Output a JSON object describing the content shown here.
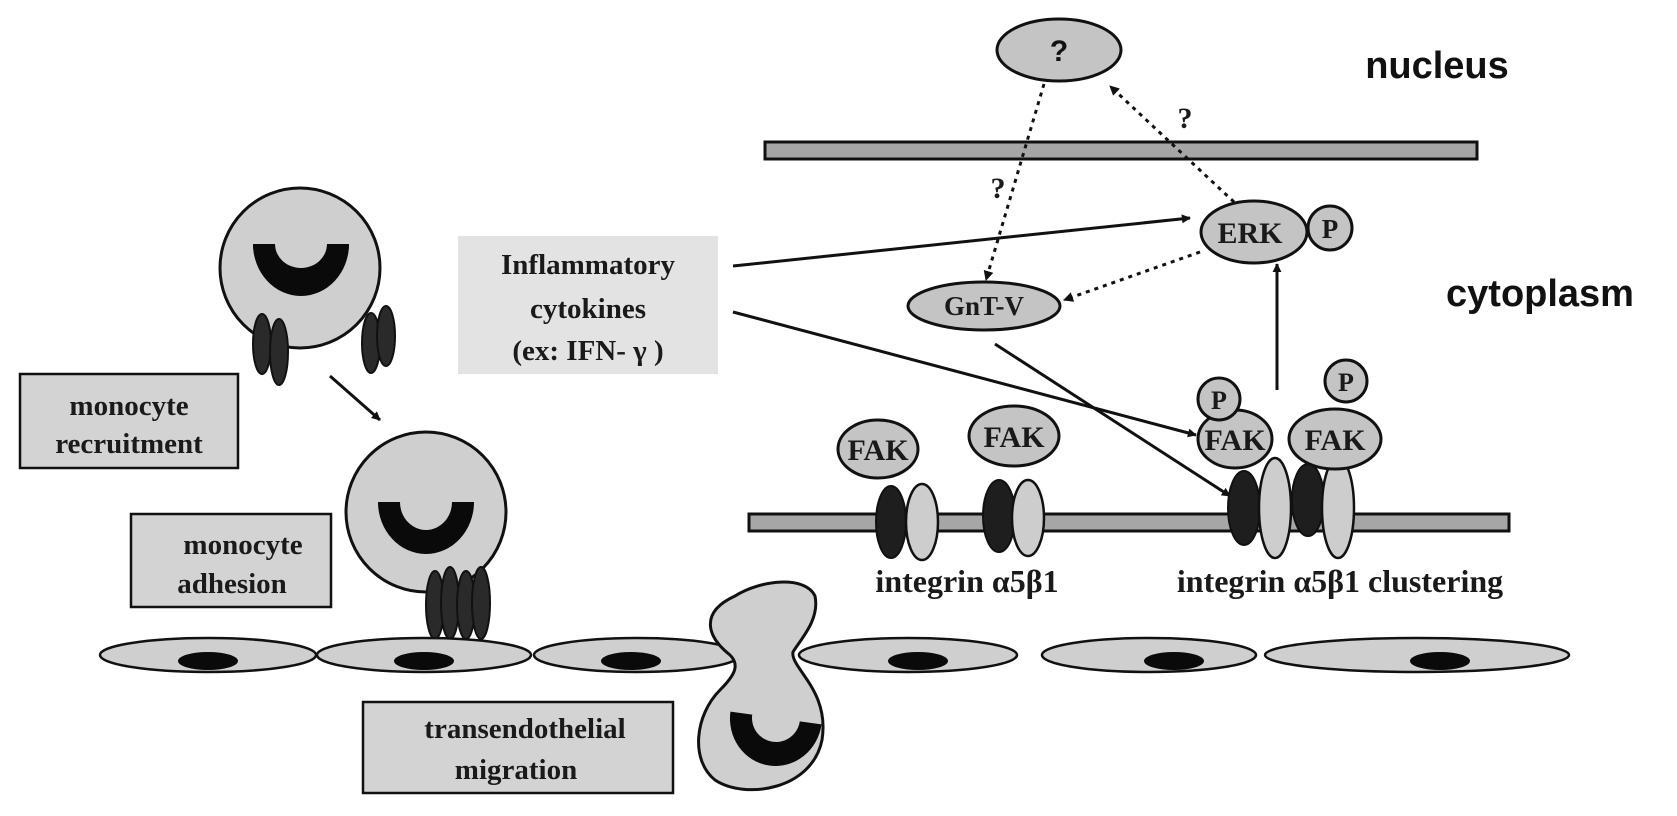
{
  "regions": {
    "nucleus": "nucleus",
    "cytoplasm": "cytoplasm"
  },
  "labels": {
    "monocyte_recruitment": [
      "monocyte",
      "recruitment"
    ],
    "monocyte_adhesion": [
      "monocyte",
      "adhesion"
    ],
    "transendothelial_migration": [
      "transendothelial",
      "migration"
    ],
    "inflammatory_cytokines": [
      "Inflammatory",
      "cytokines",
      "(ex: IFN- γ )"
    ]
  },
  "molecules": {
    "unknown_nuclear": "?",
    "erk": "ERK",
    "phospho": "P",
    "gnt_v": "GnT-V",
    "fak": "FAK"
  },
  "integrins": {
    "label_left": "integrin α5β1",
    "label_right": "integrin α5β1 clustering"
  },
  "uncertainty": {
    "to_gnt_v": "?",
    "to_nucleus": "?"
  },
  "colors": {
    "membrane_fill": "#a6a6a6",
    "cell_fill": "#cfcfcf",
    "molecule_fill": "#c4c4c4",
    "dark_subunit": "#1e1e1e",
    "light_subunit": "#cdcdcd",
    "box_fill": "#d3d3d3",
    "cytokine_box_fill": "#e3e3e3",
    "nucleus_of_cell": "#0a0a0a"
  }
}
